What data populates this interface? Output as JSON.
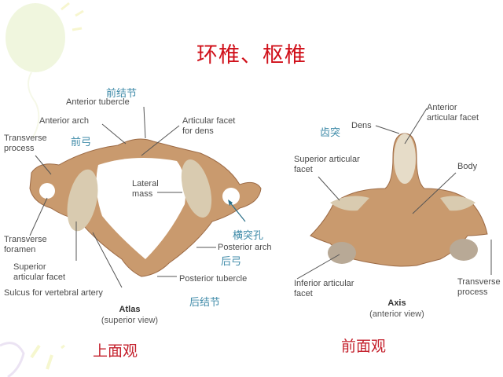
{
  "title": "环椎、枢椎",
  "atlas": {
    "name": "Atlas",
    "view": "(superior view)",
    "view_cn": "上面观",
    "labels": {
      "anterior_tubercle": "Anterior tubercle",
      "anterior_tubercle_cn": "前结节",
      "anterior_arch": "Anterior arch",
      "anterior_arch_cn": "前弓",
      "transverse_process_1": "Transverse",
      "transverse_process_2": "process",
      "articular_facet_dens_1": "Articular facet",
      "articular_facet_dens_2": "for dens",
      "lateral_mass_1": "Lateral",
      "lateral_mass_2": "mass",
      "transverse_foramen_cn": "横突孔",
      "transverse_foramen_1": "Transverse",
      "transverse_foramen_2": "foramen",
      "superior_facet_1": "Superior",
      "superior_facet_2": "articular facet",
      "posterior_arch": "Posterior arch",
      "posterior_arch_cn": "后弓",
      "sulcus": "Sulcus for vertebral artery",
      "posterior_tubercle": "Posterior tubercle",
      "posterior_tubercle_cn": "后结节"
    }
  },
  "axis": {
    "name": "Axis",
    "view": "(anterior view)",
    "view_cn": "前面观",
    "labels": {
      "dens": "Dens",
      "dens_cn": "齿突",
      "anterior_facet_1": "Anterior",
      "anterior_facet_2": "articular facet",
      "superior_facet_1": "Superior articular",
      "superior_facet_2": "facet",
      "body": "Body",
      "inferior_facet_1": "Inferior articular",
      "inferior_facet_2": "facet",
      "transverse_process_1": "Transverse",
      "transverse_process_2": "process"
    }
  },
  "colors": {
    "title": "#d0101a",
    "chinese_label": "#3e8aa8",
    "view_caption": "#c4202c",
    "bone": "#c99a6e",
    "bone_dark": "#9c6a45",
    "facet": "#d9cbb0"
  }
}
